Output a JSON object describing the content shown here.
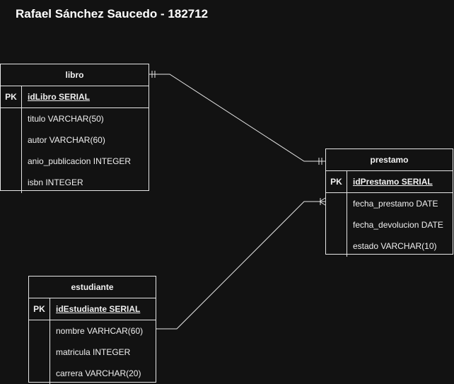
{
  "title": "Rafael Sánchez Saucedo - 182712",
  "entities": {
    "libro": {
      "name": "libro",
      "pk_label": "PK",
      "pk": "idLibro SERIAL",
      "attributes": [
        "titulo VARCHAR(50)",
        "autor VARCHAR(60)",
        "anio_publicacion INTEGER",
        "isbn INTEGER"
      ]
    },
    "prestamo": {
      "name": "prestamo",
      "pk_label": "PK",
      "pk": "idPrestamo SERIAL",
      "attributes": [
        "fecha_prestamo DATE",
        "fecha_devolucion DATE",
        "estado VARCHAR(10)"
      ]
    },
    "estudiante": {
      "name": "estudiante",
      "pk_label": "PK",
      "pk": "idEstudiante SERIAL",
      "attributes": [
        "nombre VARHCAR(60)",
        "matricula INTEGER",
        "carrera VARCHAR(20)"
      ]
    }
  },
  "relationships": [
    {
      "from": "libro",
      "to": "prestamo",
      "from_end": "one-mandatory",
      "to_end": "one-mandatory"
    },
    {
      "from": "estudiante",
      "to": "prestamo",
      "from_end": "none",
      "to_end": "one-or-many"
    }
  ],
  "colors": {
    "background": "#121212",
    "line": "#e6e6e6",
    "text": "#f0f0f0"
  }
}
